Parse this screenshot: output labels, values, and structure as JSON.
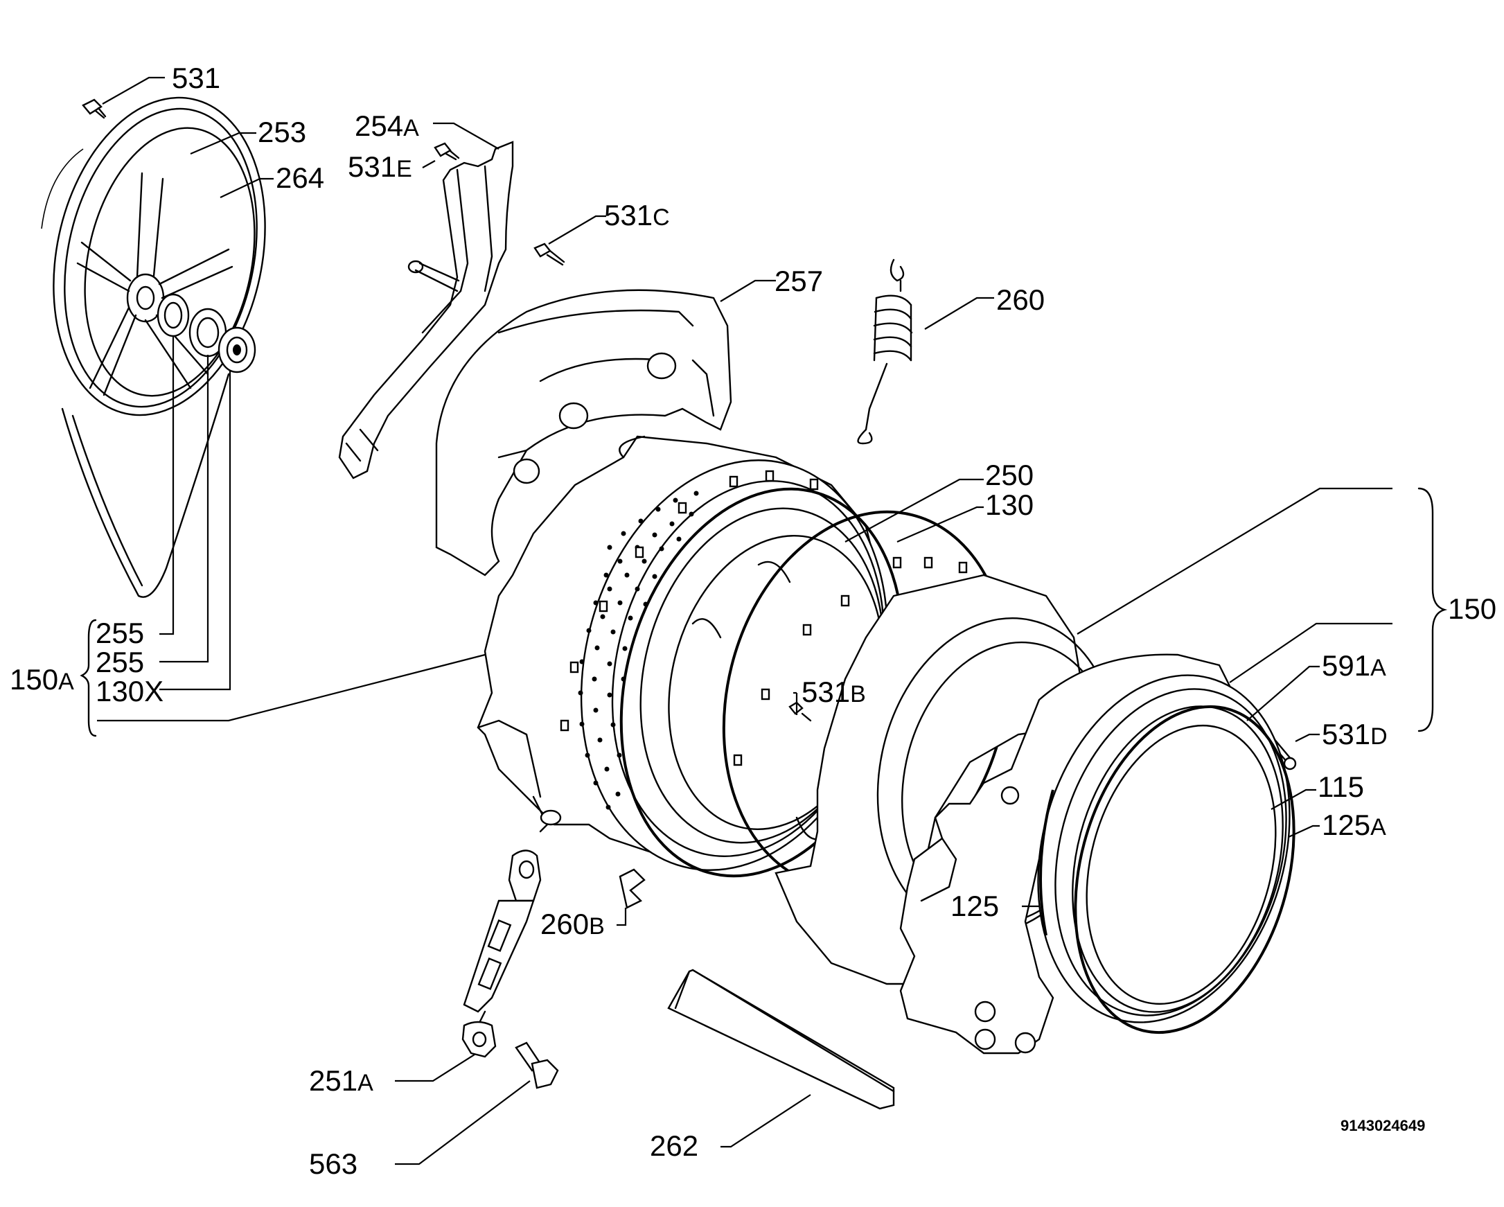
{
  "labels": {
    "p531": "531",
    "p253": "253",
    "p254a_num": "254",
    "p254a_suf": "A",
    "p531e_num": "531",
    "p531e_suf": "E",
    "p264": "264",
    "p531c_num": "531",
    "p531c_suf": "C",
    "p257": "257",
    "p260": "260",
    "p250": "250",
    "p130": "130",
    "p150": "150",
    "p255_1": "255",
    "p255_2": "255",
    "p130x": "130X",
    "p150a_num": "150",
    "p150a_suf": "A",
    "p531b_num": "531",
    "p531b_suf": "B",
    "p591a_num": "591",
    "p591a_suf": "A",
    "p531d_num": "531",
    "p531d_suf": "D",
    "p115": "115",
    "p125a_num": "125",
    "p125a_suf": "A",
    "p125": "125",
    "p260b_num": "260",
    "p260b_suf": "B",
    "p251a_num": "251",
    "p251a_suf": "A",
    "p563": "563",
    "p262": "262"
  },
  "document_code": "9143024649",
  "colors": {
    "ink": "#000000",
    "paper": "#ffffff"
  }
}
